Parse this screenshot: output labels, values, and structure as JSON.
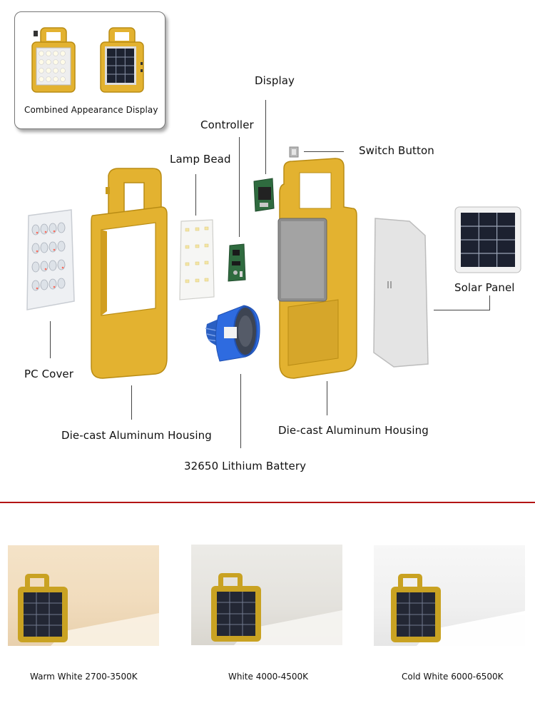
{
  "inset": {
    "label": "Combined Appearance Display"
  },
  "labels": {
    "display": "Display",
    "controller": "Controller",
    "lamp_bead": "Lamp Bead",
    "switch_button": "Switch Button",
    "solar_panel": "Solar Panel",
    "pc_cover": "PC Cover",
    "housing_left": "Die-cast Aluminum Housing",
    "housing_right": "Die-cast Aluminum Housing",
    "battery": "32650 Lithium Battery"
  },
  "variants": [
    {
      "caption": "Warm White 2700-3500K"
    },
    {
      "caption": "White 4000-4500K"
    },
    {
      "caption": "Cold White 6000-6500K"
    }
  ],
  "colors": {
    "housing": "#e3b230",
    "divider": "#b31414",
    "warm_bg": "#f0dcc0",
    "white_bg": "#e9e5df",
    "cold_bg": "#f3f3f3"
  }
}
